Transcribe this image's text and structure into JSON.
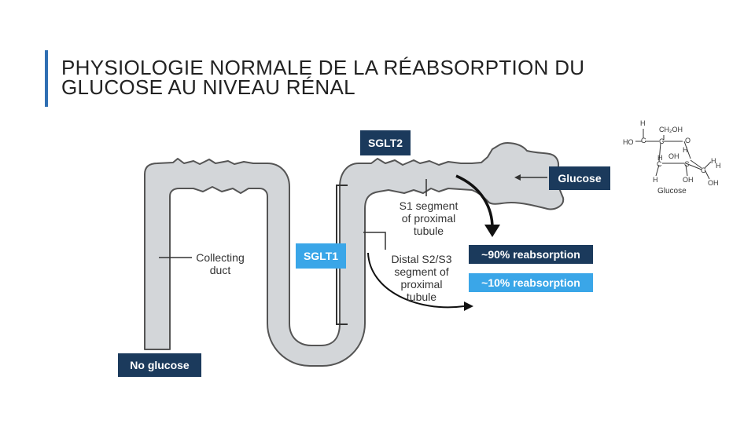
{
  "slide": {
    "title_line1": "PHYSIOLOGIE NORMALE DE LA RÉABSORPTION DU",
    "title_line2": "GLUCOSE AU NIVEAU RÉNAL",
    "accent_color": "#2f6fb3"
  },
  "diagram": {
    "labels": {
      "sglt2": "SGLT2",
      "sglt1": "SGLT1",
      "glucose_in": "Glucose",
      "s1_line1": "S1 segment",
      "s1_line2": "of proximal",
      "s1_line3": "tubule",
      "distal_line1": "Distal S2/S3",
      "distal_line2": "segment of",
      "distal_line3": "proximal",
      "distal_line4": "tubule",
      "collecting_line1": "Collecting",
      "collecting_line2": "duct",
      "reabs_90": "~90% reabsorption",
      "reabs_10": "~10% reabsorption",
      "no_glucose": "No glucose"
    },
    "colors": {
      "dark_box": "#1b3a5c",
      "light_box": "#3aa6e8",
      "tubule_fill": "#d3d6d9",
      "tubule_stroke": "#555555"
    }
  },
  "molecule": {
    "caption": "Glucose",
    "atoms": {
      "h_top": "H",
      "ch2oh": "CH₂OH",
      "ho": "HO",
      "c1": "C",
      "c2": "C",
      "o_ring": "O",
      "h2": "H",
      "oh_mid": "OH",
      "h3": "H",
      "c3": "C",
      "c4": "C",
      "c5": "C",
      "h4": "H",
      "h5": "H",
      "oh_bottom": "OH",
      "oh_right": "OH",
      "h_right": "H"
    }
  }
}
